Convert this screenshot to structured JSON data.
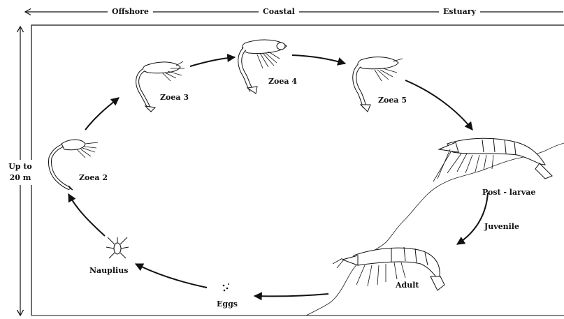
{
  "zones": {
    "offshore": "Offshore",
    "coastal": "Coastal",
    "estuary": "Estuary"
  },
  "depth": {
    "line1": "Up to",
    "line2": "20 m"
  },
  "stages": {
    "zoea2": "Zoea 2",
    "zoea3": "Zoea 3",
    "zoea4": "Zoea 4",
    "zoea5": "Zoea 5",
    "postlarvae": "Post - larvae",
    "juvenile": "Juvenile",
    "adult": "Adult",
    "eggs": "Eggs",
    "nauplius": "Nauplius"
  }
}
